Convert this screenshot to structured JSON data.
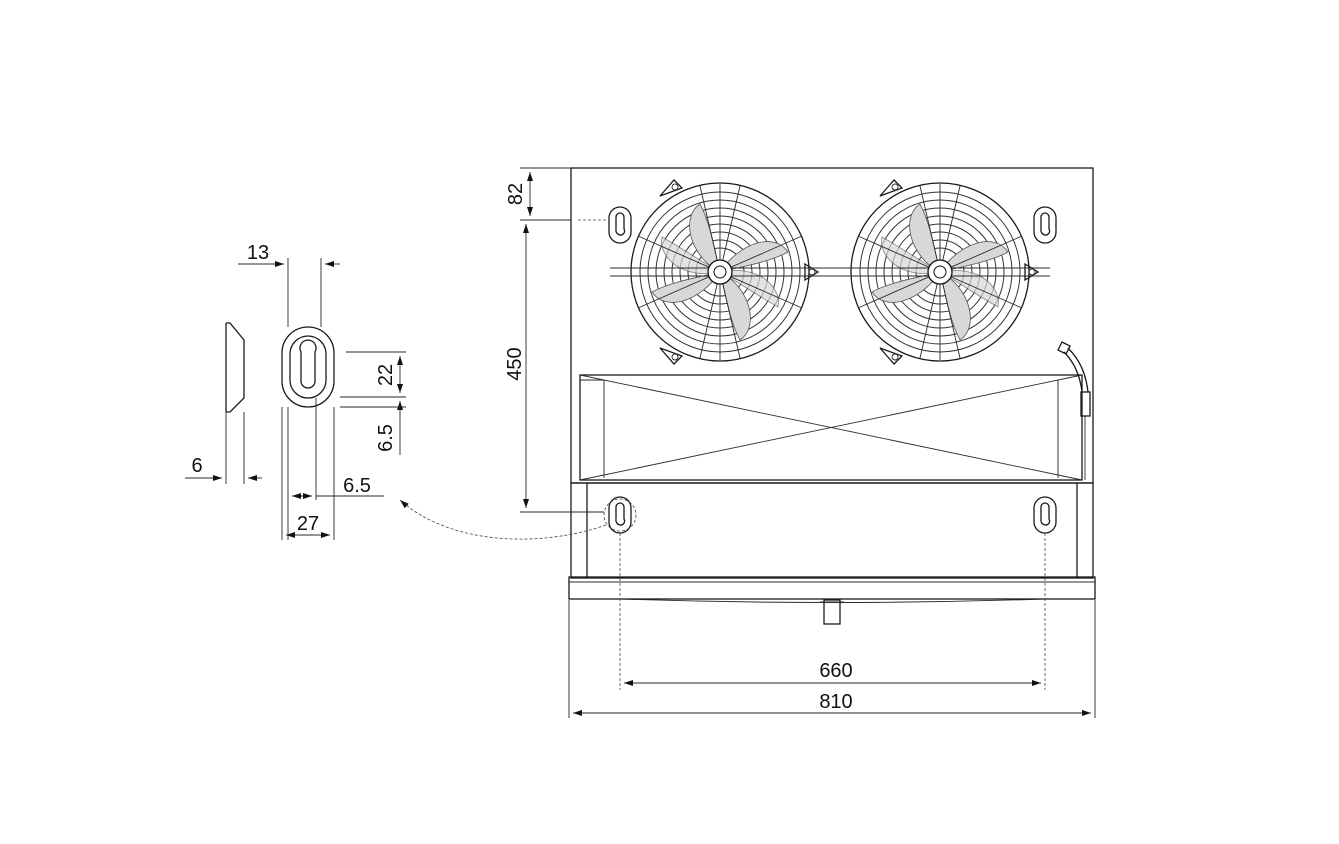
{
  "dimensions": {
    "top_offset": "82",
    "vertical_spacing": "450",
    "hole_spacing": "660",
    "overall_width": "810",
    "detail_slot_width": "13",
    "detail_slot_length": "22",
    "detail_offset_bottom": "6.5",
    "detail_thickness": "6",
    "detail_edge_offset": "6.5",
    "detail_outer_width": "27"
  },
  "colors": {
    "line": "#1a1a1a",
    "fan_fill": "#d8d8d8",
    "background": "#ffffff"
  },
  "icons": {
    "fan": "fan-icon",
    "keyhole": "keyhole-slot-icon"
  }
}
